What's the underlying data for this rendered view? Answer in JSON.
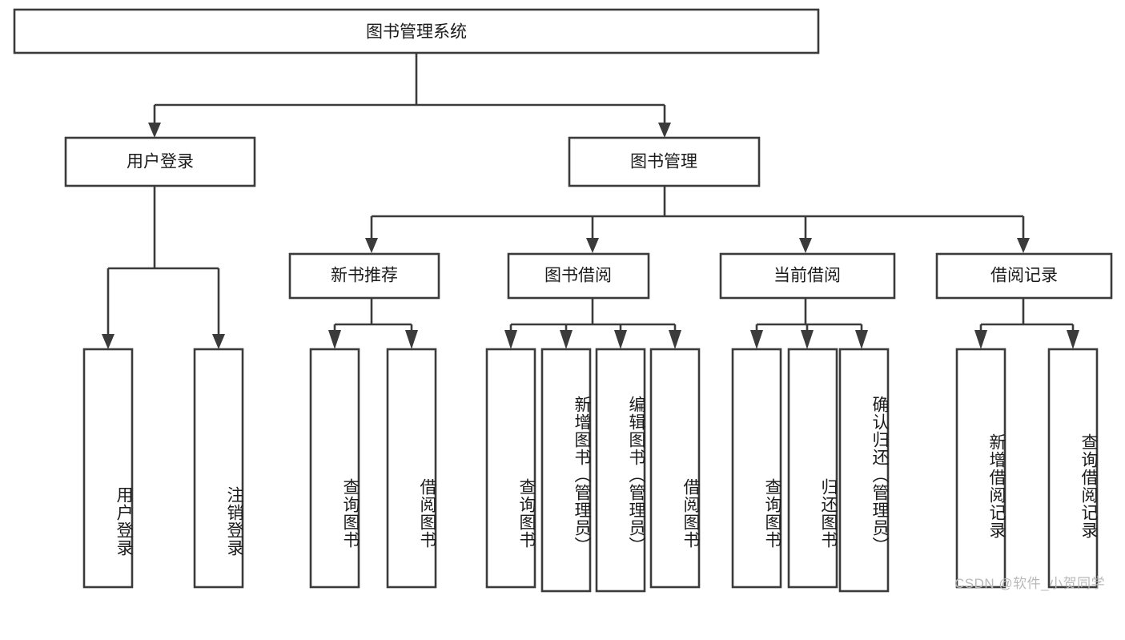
{
  "diagram": {
    "title_node": {
      "label": "图书管理系统"
    },
    "level2": [
      {
        "label": "用户登录"
      },
      {
        "label": "图书管理"
      }
    ],
    "level3": [
      {
        "label": "新书推荐"
      },
      {
        "label": "图书借阅"
      },
      {
        "label": "当前借阅"
      },
      {
        "label": "借阅记录"
      }
    ],
    "leaves": {
      "user_login": [
        {
          "label": "用户登录"
        },
        {
          "label": "注销登录"
        }
      ],
      "new_book_recommend": [
        {
          "label": "查询图书"
        },
        {
          "label": "借阅图书"
        }
      ],
      "book_borrow": [
        {
          "label": "查询图书"
        },
        {
          "label": "新增图书（管理员）"
        },
        {
          "label": "编辑图书（管理员）"
        },
        {
          "label": "借阅图书"
        }
      ],
      "current_borrow": [
        {
          "label": "查询图书"
        },
        {
          "label": "归还图书"
        },
        {
          "label": "确认归还（管理员）"
        }
      ],
      "borrow_record": [
        {
          "label": "新增借阅记录"
        },
        {
          "label": "查询借阅记录"
        }
      ]
    },
    "watermark": {
      "text": "CSDN @软件_小贺同学"
    },
    "colors": {
      "stroke": "#3b3b3b",
      "fill": "#ffffff",
      "text": "#1b1b1b",
      "watermark": "#b9b9b9"
    }
  }
}
